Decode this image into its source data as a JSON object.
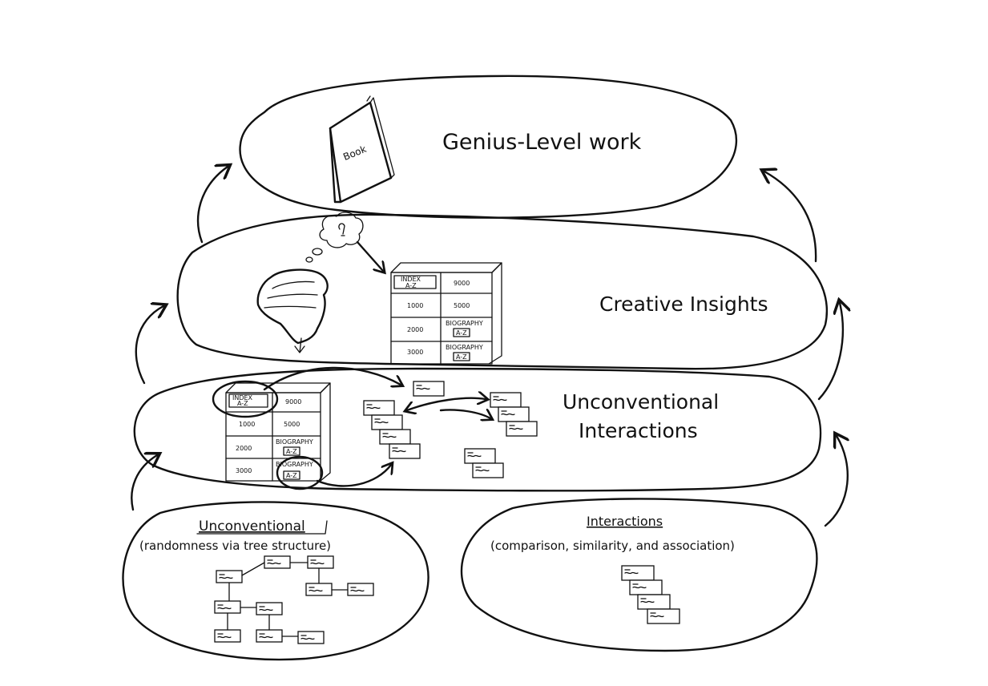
{
  "diagram": {
    "levels": {
      "genius": {
        "label": "Genius-Level work",
        "book_label": "Book"
      },
      "creative": {
        "label": "Creative Insights"
      },
      "unconventional_interactions": {
        "line1": "Unconventional",
        "line2": "Interactions"
      },
      "unconventional": {
        "title": "Unconventional",
        "subtitle": "(randomness via tree structure)"
      },
      "interactions": {
        "title": "Interactions",
        "subtitle": "(comparison, similarity, and association)"
      }
    },
    "cabinet": {
      "index_label": "INDEX",
      "index_sub": "A-Z",
      "cells": [
        "1000",
        "5000",
        "2000",
        "3000",
        "9000"
      ],
      "bio_label": "BIOGRAPHY",
      "bio_sub": "A-Z"
    }
  }
}
